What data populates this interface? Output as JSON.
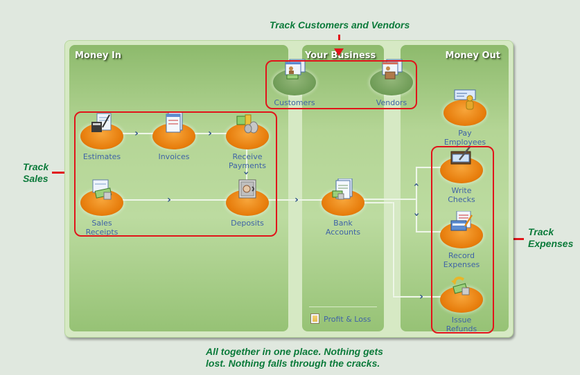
{
  "annotations": {
    "track_customers_vendors": "Track Customers and Vendors",
    "track_sales_line1": "Track",
    "track_sales_line2": "Sales",
    "track_expenses_line1": "Track",
    "track_expenses_line2": "Expenses",
    "footer_line1": "All together in one place. Nothing gets",
    "footer_line2": "lost. Nothing falls through the cracks."
  },
  "panels": {
    "money_in": {
      "title": "Money In"
    },
    "your_business": {
      "title": "Your Business"
    },
    "money_out": {
      "title": "Money Out"
    }
  },
  "nodes": {
    "estimates": {
      "label": "Estimates",
      "icon": "calculator-document-icon"
    },
    "invoices": {
      "label": "Invoices",
      "icon": "invoice-document-icon"
    },
    "receive_payments": {
      "line1": "Receive",
      "line2": "Payments",
      "icon": "cash-coins-icon"
    },
    "sales_receipts": {
      "line1": "Sales",
      "line2": "Receipts",
      "icon": "receipt-cash-icon"
    },
    "deposits": {
      "label": "Deposits",
      "icon": "safe-icon"
    },
    "customers": {
      "label": "Customers",
      "icon": "customer-window-icon"
    },
    "vendors": {
      "label": "Vendors",
      "icon": "vendor-window-icon"
    },
    "bank_accounts": {
      "line1": "Bank",
      "line2": "Accounts",
      "icon": "bank-register-icon"
    },
    "pay_employees": {
      "line1": "Pay",
      "line2": "Employees",
      "icon": "paycheck-person-icon"
    },
    "write_checks": {
      "line1": "Write",
      "line2": "Checks",
      "icon": "checkbook-pen-icon"
    },
    "record_expenses": {
      "line1": "Record",
      "line2": "Expenses",
      "icon": "credit-card-bill-icon"
    },
    "issue_refunds": {
      "line1": "Issue",
      "line2": "Refunds",
      "icon": "refund-cash-icon"
    }
  },
  "profit_loss": {
    "label": "Profit & Loss",
    "icon": "report-icon"
  },
  "colors": {
    "annotation_green": "#0b7a3a",
    "highlight_red": "#e1141a",
    "label_blue": "#3f63a6",
    "disc_orange": "#e77d0c"
  }
}
